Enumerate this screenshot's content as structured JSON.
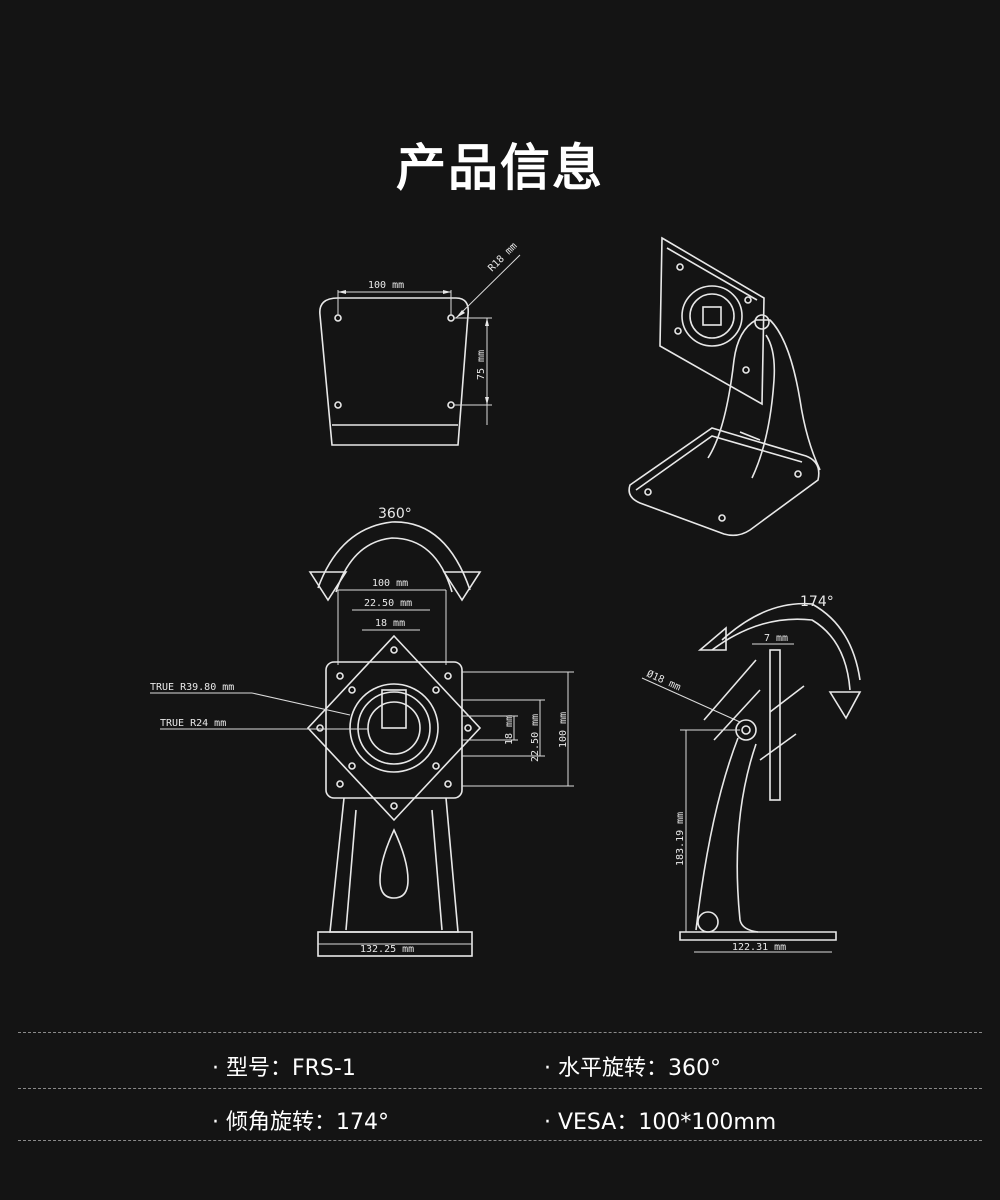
{
  "title": "产品信息",
  "drawings": {
    "plate_front": {
      "width_label": "100 mm",
      "height_label": "75 mm",
      "radius_label": "R18 mm"
    },
    "rotation": {
      "angle_label": "360°",
      "width_label": "100 mm",
      "w2_label": "22.50 mm",
      "w3_label": "18 mm",
      "true_r1": "TRUE R39.80 mm",
      "true_r2": "TRUE R24 mm",
      "h1_label": "100 mm",
      "h2_label": "22.50 mm",
      "h3_label": "18 mm",
      "base_label": "132.25 mm"
    },
    "tilt": {
      "angle_label": "174°",
      "w_label": "7 mm",
      "d_label": "Ø18 mm",
      "height_label": "183.19 mm",
      "base_label": "122.31 mm"
    }
  },
  "specs": [
    {
      "text": "· 型号：FRS-1"
    },
    {
      "text": "· 水平旋转：360°"
    },
    {
      "text": "· 倾角旋转：174°"
    },
    {
      "text": "· VESA：100*100mm"
    }
  ]
}
